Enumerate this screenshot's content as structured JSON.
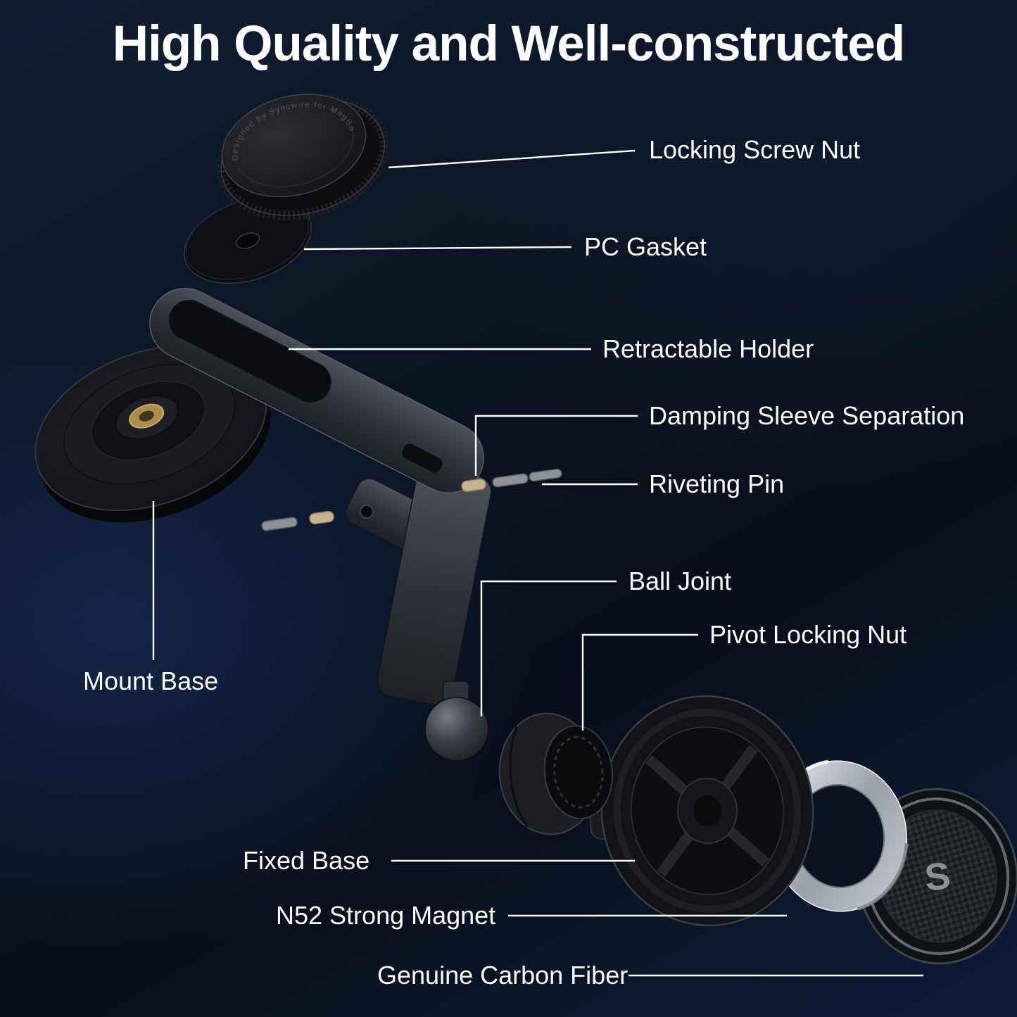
{
  "title": "High Quality and Well-constructed",
  "labels": {
    "locking_screw_nut": "Locking Screw Nut",
    "pc_gasket": "PC Gasket",
    "retractable_holder": "Retractable Holder",
    "damping_sleeve": "Damping Sleeve Separation",
    "riveting_pin": "Riveting Pin",
    "ball_joint": "Ball Joint",
    "pivot_locking_nut": "Pivot Locking Nut",
    "mount_base": "Mount Base",
    "fixed_base": "Fixed Base",
    "n52_magnet": "N52 Strong Magnet",
    "carbon_fiber": "Genuine Carbon Fiber"
  },
  "engraving": "Designed by Syncwire for MagSafe",
  "logo_letter": "S",
  "colors": {
    "background": "#0a1322",
    "text": "#ffffff",
    "leader_line": "#ffffff",
    "brass": "#a98e4e",
    "silver_ring": "#c2c7cd",
    "sleeve_tan": "#c7b394"
  }
}
